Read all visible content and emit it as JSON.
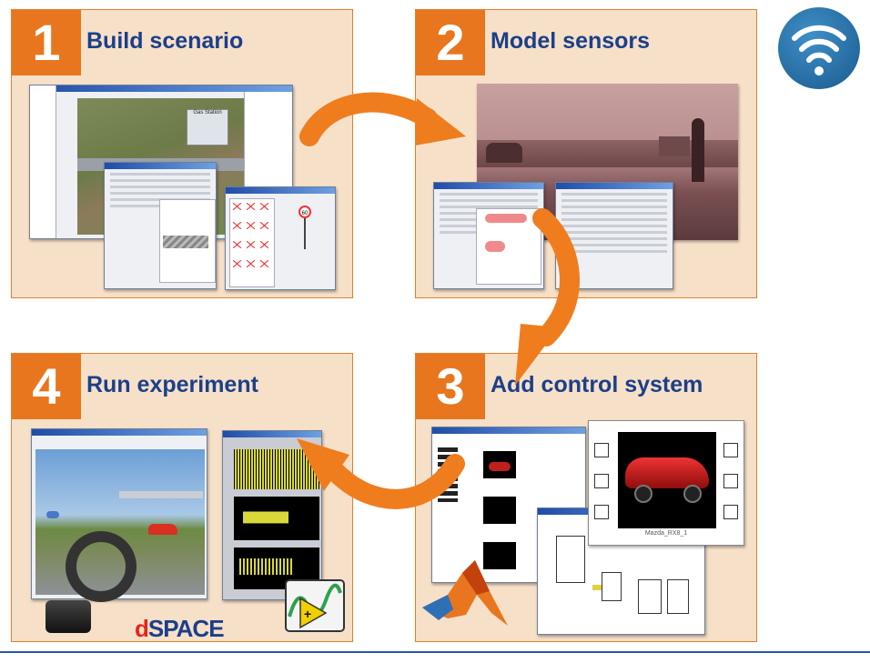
{
  "steps": [
    {
      "number": "1",
      "title": "Build scenario"
    },
    {
      "number": "2",
      "title": "Model sensors"
    },
    {
      "number": "3",
      "title": "Add control system"
    },
    {
      "number": "4",
      "title": "Run experiment"
    }
  ],
  "screens": {
    "scenario_label": "Gas Station",
    "car_label": "Mazda_RX8_1",
    "sign_value": "60"
  },
  "branding": {
    "logo_d": "d",
    "logo_space": "SPACE"
  },
  "icons": [
    "wireless-icon",
    "matlab-icon",
    "labview-icon",
    "steering-wheel-icon"
  ],
  "colors": {
    "accent": "#e8761f",
    "title": "#1b3f8a",
    "panel_bg": "#f7e0c8"
  }
}
